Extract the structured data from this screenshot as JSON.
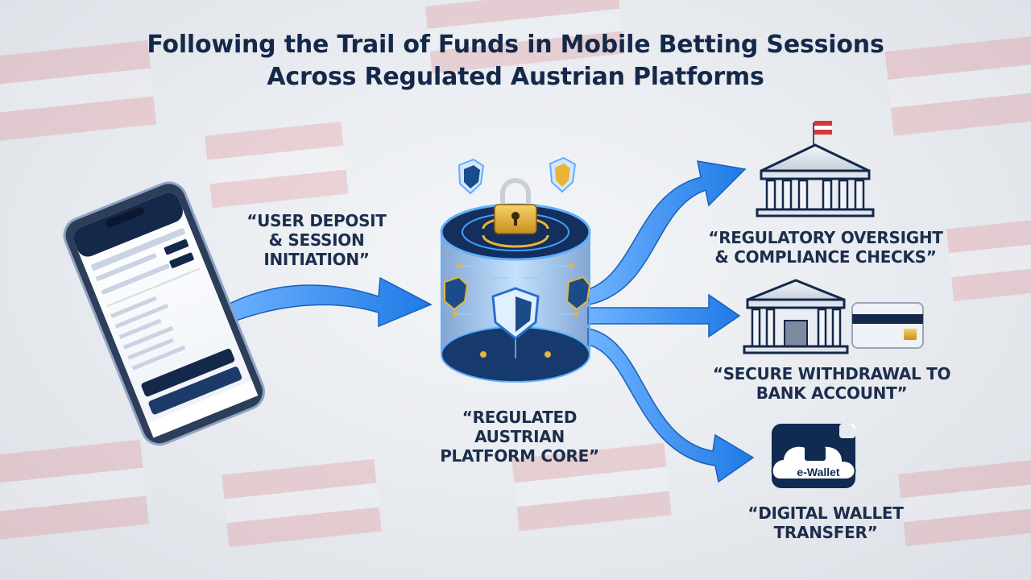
{
  "title": {
    "line1": "Following the Trail of Funds in Mobile Betting Sessions",
    "line2": "Across Regulated Austrian Platforms"
  },
  "nodes": {
    "user_deposit": {
      "line1": "“User Deposit",
      "line2": "& Session",
      "line3": "Initiation”"
    },
    "platform_core": {
      "line1": "“Regulated",
      "line2": "Austrian",
      "line3": "Platform Core”"
    },
    "regulatory": {
      "line1": "“Regulatory Oversight",
      "line2": "& Compliance Checks”"
    },
    "bank_withdrawal": {
      "line1": "“Secure Withdrawal to",
      "line2": "Bank Account”"
    },
    "digital_wallet": {
      "line1": "“Digital Wallet",
      "line2": "Transfer”",
      "badge": "e-Wallet"
    }
  },
  "colors": {
    "title": "#14284a",
    "arrow": "#1f7ae6",
    "arrow_light": "#6fb3ff",
    "navy": "#10294f",
    "flag_red": "#d9363e",
    "gold": "#e7b53a"
  },
  "icons": [
    "smartphone-icon",
    "lock-icon",
    "shield-icon",
    "bank-building-icon",
    "austrian-flag-icon",
    "credit-card-icon",
    "cloud-lock-icon"
  ]
}
